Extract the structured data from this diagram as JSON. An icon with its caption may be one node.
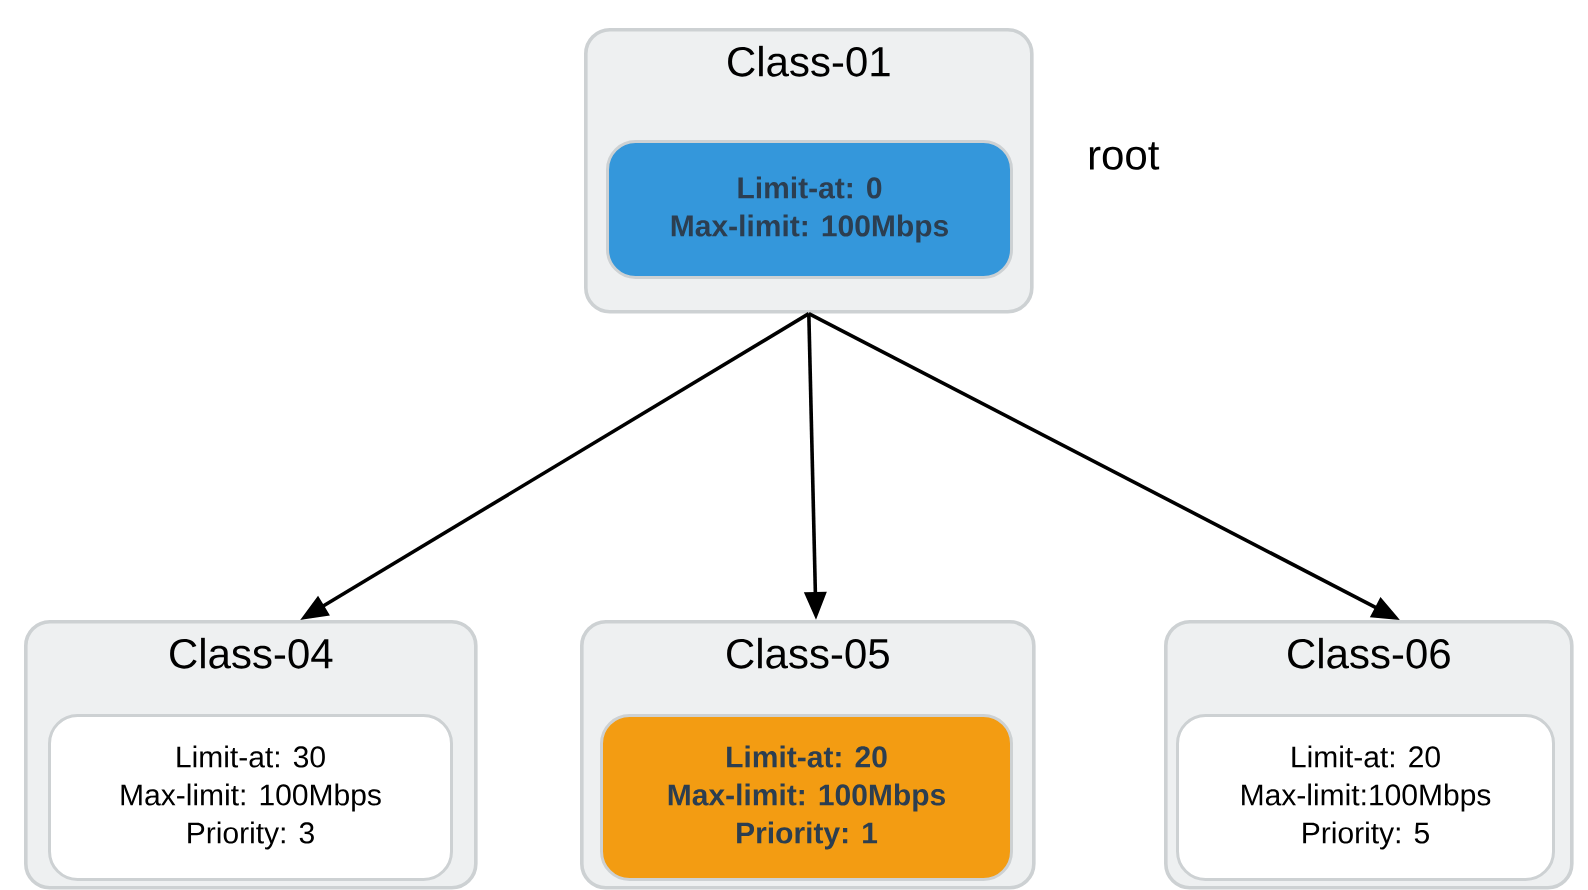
{
  "diagram": {
    "nodes": [
      {
        "text": [
          "Class-01"
        ],
        "beside": [
          "root"
        ]
      },
      {
        "text": [
          "Limit-at: 0",
          "Max-limit: 100Mbps"
        ],
        "in": 0
      },
      {
        "text": [
          "Class-04"
        ]
      },
      {
        "text": [
          "Limit-at: 30",
          "Max-limit: 100Mbps",
          "Priority: 3"
        ],
        "in": 2
      },
      {
        "text": [
          "Class-05"
        ]
      },
      {
        "text": [
          "Limit-at: 20",
          "Max-limit: 100Mbps",
          "Priority: 1"
        ],
        "in": 4
      },
      {
        "text": [
          "Class-06"
        ]
      },
      {
        "text": [
          "Limit-at: 20",
          "Max-limit:100Mbps",
          "Priority: 5"
        ],
        "in": 6
      }
    ],
    "edges": [
      {
        "from": 0,
        "to": 2,
        "arrow": "to"
      },
      {
        "from": 0,
        "to": 4,
        "arrow": "to"
      },
      {
        "from": 0,
        "to": 6,
        "arrow": "to"
      }
    ]
  }
}
